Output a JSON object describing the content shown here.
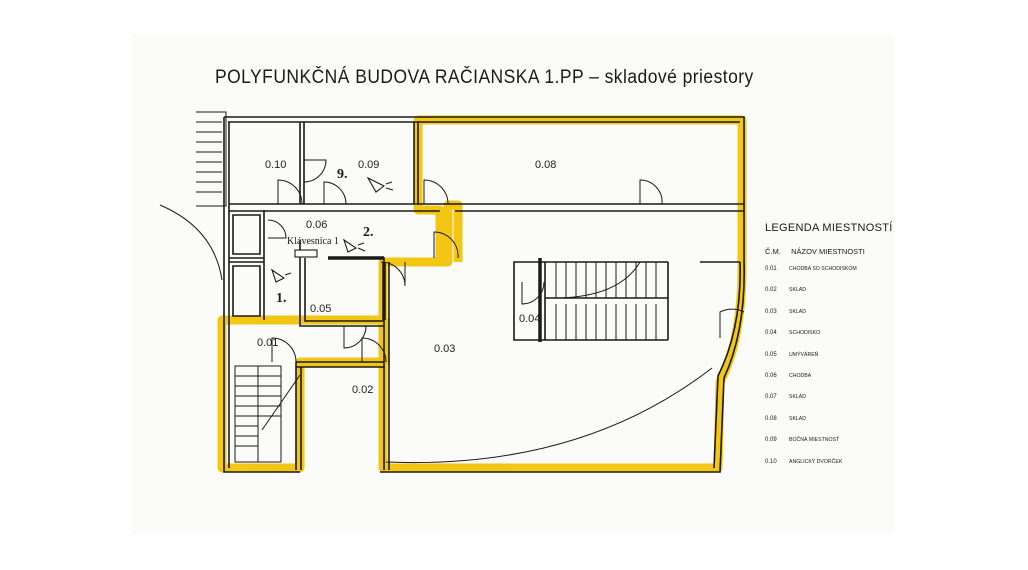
{
  "title": "POLYFUNKČNÁ BUDOVA RAČIANSKA 1.PP  –  skladové priestory",
  "rooms": {
    "r010": "0.10",
    "r009": "0.09",
    "r008": "0.08",
    "r006": "0.06",
    "r005": "0.05",
    "r004": "0.04",
    "r003": "0.03",
    "r002": "0.02",
    "r001": "0.01"
  },
  "annotations": {
    "klavesnica": "Klávesnica 1",
    "step1": "1.",
    "step2": "2.",
    "step9": "9."
  },
  "legend": {
    "title": "LEGENDA MIESTNOSTÍ",
    "col_num": "Č.M.",
    "col_name": "NÁZOV MIESTNOSTI",
    "rows": [
      {
        "num": "0.01",
        "name": "CHODBA SO SCHODISKOM"
      },
      {
        "num": "0.02",
        "name": "SKLAD"
      },
      {
        "num": "0.03",
        "name": "SKLAD"
      },
      {
        "num": "0.04",
        "name": "SCHODISKO"
      },
      {
        "num": "0.05",
        "name": "UMÝVÁREŇ"
      },
      {
        "num": "0.06",
        "name": "CHODBA"
      },
      {
        "num": "0.07",
        "name": "SKLAD"
      },
      {
        "num": "0.08",
        "name": "SKLAD"
      },
      {
        "num": "0.09",
        "name": "BOČNÁ MIESTNOSŤ"
      },
      {
        "num": "0.10",
        "name": "ANGLICKÝ DVORČEK"
      }
    ]
  },
  "colors": {
    "highlight": "#f2c200",
    "line": "#1a1a1a",
    "paper": "#fbfbf9"
  }
}
